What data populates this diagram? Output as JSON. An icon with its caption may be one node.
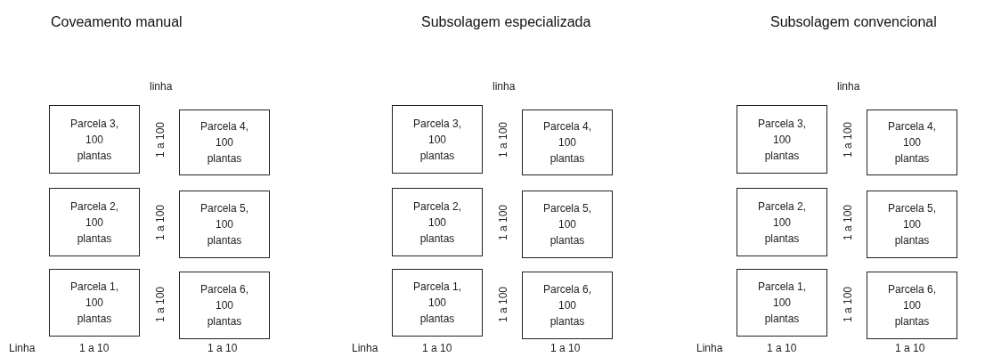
{
  "diagram": {
    "nodes": [
      {
        "text": [
          "Parcela 3, 100 plantas"
        ]
      },
      {
        "text": [
          "Parcela 4, 100 plantas"
        ]
      },
      {
        "text": [
          "Parcela 2, 100 plantas"
        ]
      },
      {
        "text": [
          "Parcela 5, 100 plantas"
        ]
      },
      {
        "text": [
          "Parcela 1, 100 plantas"
        ]
      },
      {
        "text": [
          "Parcela 6, 100 plantas"
        ]
      },
      {
        "text": [
          "Parcela 3, 100 plantas"
        ]
      },
      {
        "text": [
          "Parcela 4, 100 plantas"
        ]
      },
      {
        "text": [
          "Parcela 2, 100 plantas"
        ]
      },
      {
        "text": [
          "Parcela 5, 100 plantas"
        ]
      },
      {
        "text": [
          "Parcela 1, 100 plantas"
        ]
      },
      {
        "text": [
          "Parcela 6, 100 plantas"
        ]
      },
      {
        "text": [
          "Parcela 3, 100 plantas"
        ]
      },
      {
        "text": [
          "Parcela 4, 100 plantas"
        ]
      },
      {
        "text": [
          "Parcela 2, 100 plantas"
        ]
      },
      {
        "text": [
          "Parcela 5, 100 plantas"
        ]
      },
      {
        "text": [
          "Parcela 1, 100 plantas"
        ]
      },
      {
        "text": [
          "Parcela 6, 100 plantas"
        ]
      }
    ],
    "labels": [
      "Coveamento manual",
      "Subsolagem especializada",
      "Subsolagem convencional",
      "linha",
      "1 a 100",
      "1 a 100",
      "1 a 100",
      "Linha",
      "1 a 10",
      "1 a 10",
      "linha",
      "1 a 100",
      "1 a 100",
      "1 a 100",
      "Linha",
      "1 a 10",
      "1 a 10",
      "linha",
      "1 a 100",
      "1 a 100",
      "1 a 100",
      "Linha",
      "1 a 10",
      "1 a 10"
    ]
  }
}
